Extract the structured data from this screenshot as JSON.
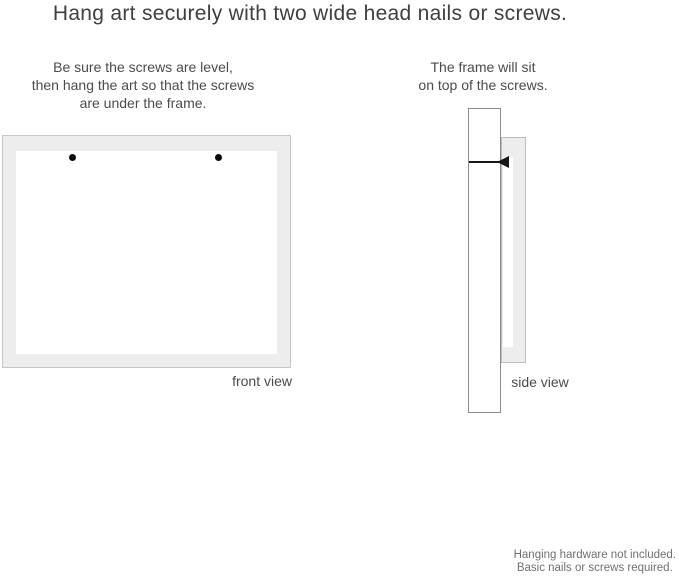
{
  "title": "Hang art securely with two wide head nails or screws.",
  "instructions": {
    "front": {
      "lines": [
        "Be sure the screws are level,",
        "then hang the art so that the screws",
        "are under the frame."
      ]
    },
    "side": {
      "lines": [
        "The frame will sit",
        "on top of the screws."
      ]
    }
  },
  "diagrams": {
    "front": {
      "label": "front view",
      "screw_count": 2
    },
    "side": {
      "label": "side view",
      "nail_count": 1
    }
  },
  "footnote": {
    "lines": [
      "Hanging hardware not included.",
      "Basic nails or screws required."
    ]
  },
  "colors": {
    "background": "#ffffff",
    "frame_fill": "#ededed",
    "frame_border": "#c6c6c6",
    "wall_border": "#8c8c8c",
    "screw": "#0a0a0a",
    "title_text": "#3f3f3f",
    "body_text": "#4b4b4b",
    "footnote_text": "#707070"
  }
}
